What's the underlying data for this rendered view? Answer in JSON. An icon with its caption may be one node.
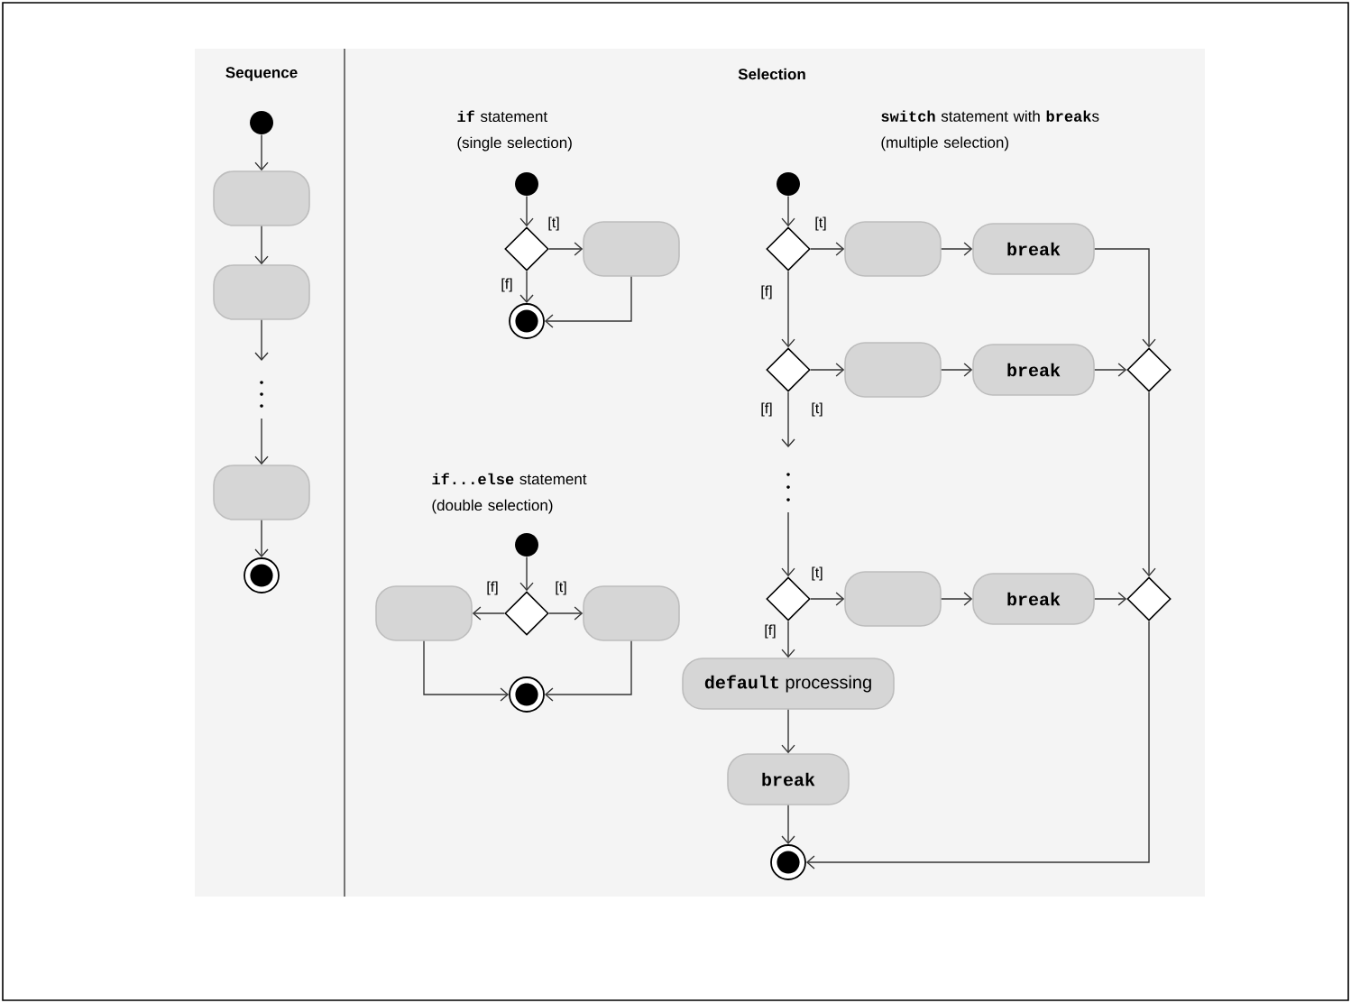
{
  "diagram": {
    "nodes": [
      {
        "text": [],
        "shape": "circle"
      },
      {
        "text": [],
        "shape": "box"
      },
      {
        "text": [],
        "shape": "box"
      },
      {
        "text": [],
        "shape": "box"
      },
      {
        "text": [],
        "shape": "circle"
      },
      {
        "text": [],
        "shape": "circle"
      },
      {
        "text": [],
        "shape": "diamond"
      },
      {
        "text": [],
        "shape": "box"
      },
      {
        "text": [],
        "shape": "circle"
      },
      {
        "text": [],
        "shape": "circle"
      },
      {
        "text": [],
        "shape": "diamond"
      },
      {
        "text": [],
        "shape": "box"
      },
      {
        "text": [],
        "shape": "box"
      },
      {
        "text": [],
        "shape": "circle"
      },
      {
        "text": [],
        "shape": "circle"
      },
      {
        "text": [],
        "shape": "diamond"
      },
      {
        "text": [],
        "shape": "box"
      },
      {
        "text": [
          "break"
        ]
      },
      {
        "text": [],
        "shape": "diamond"
      },
      {
        "text": [],
        "shape": "box"
      },
      {
        "text": [
          "break"
        ]
      },
      {
        "text": [],
        "shape": "diamond"
      },
      {
        "text": [],
        "shape": "diamond"
      },
      {
        "text": [],
        "shape": "box"
      },
      {
        "text": [
          "break"
        ]
      },
      {
        "text": [],
        "shape": "diamond"
      },
      {
        "text": [
          "**default** processing"
        ]
      },
      {
        "text": [
          "break"
        ]
      },
      {
        "text": [],
        "shape": "circle"
      }
    ],
    "edges": [
      {
        "from": 0,
        "to": 1,
        "arrow": "to"
      },
      {
        "from": 1,
        "to": 2,
        "arrow": "to"
      },
      {
        "from": 2,
        "to": null,
        "arrow": "to"
      },
      {
        "from": null,
        "to": 3,
        "arrow": "to"
      },
      {
        "from": 3,
        "to": 4,
        "arrow": "to"
      },
      {
        "from": 5,
        "to": 6,
        "arrow": "to"
      },
      {
        "from": 6,
        "to": 7,
        "arrow": "to",
        "label": "[t]"
      },
      {
        "from": 6,
        "to": 8,
        "arrow": "to",
        "label": "[f]"
      },
      {
        "from": 7,
        "to": 8,
        "arrow": "to"
      },
      {
        "from": 9,
        "to": 10,
        "arrow": "to"
      },
      {
        "from": 10,
        "to": 11,
        "arrow": "to",
        "label": "[f]"
      },
      {
        "from": 10,
        "to": 12,
        "arrow": "to",
        "label": "[t]"
      },
      {
        "from": 11,
        "to": 13,
        "arrow": "to"
      },
      {
        "from": 12,
        "to": 13,
        "arrow": "to"
      },
      {
        "from": 14,
        "to": 15,
        "arrow": "to"
      },
      {
        "from": 15,
        "to": 16,
        "arrow": "to",
        "label": "[t]"
      },
      {
        "from": 16,
        "to": 17,
        "arrow": "to"
      },
      {
        "from": 17,
        "to": 21,
        "arrow": "to"
      },
      {
        "from": 15,
        "to": 18,
        "arrow": "to",
        "label": "[f]"
      },
      {
        "from": 18,
        "to": 19,
        "arrow": "to",
        "label": "[t]"
      },
      {
        "from": 19,
        "to": 20,
        "arrow": "to"
      },
      {
        "from": 20,
        "to": 21,
        "arrow": "to"
      },
      {
        "from": 21,
        "to": 25,
        "arrow": "to"
      },
      {
        "from": 18,
        "to": null,
        "arrow": "to",
        "label": "[f]"
      },
      {
        "from": null,
        "to": 22,
        "arrow": "to"
      },
      {
        "from": 22,
        "to": 23,
        "arrow": "to",
        "label": "[t]"
      },
      {
        "from": 23,
        "to": 24,
        "arrow": "to"
      },
      {
        "from": 24,
        "to": 25,
        "arrow": "to"
      },
      {
        "from": 22,
        "to": 26,
        "arrow": "to",
        "label": "[f]"
      },
      {
        "from": 26,
        "to": 27,
        "arrow": "to"
      },
      {
        "from": 27,
        "to": 28,
        "arrow": "to"
      },
      {
        "from": 25,
        "to": 28,
        "arrow": "to"
      }
    ],
    "labels": [
      "Sequence",
      "Selection",
      "**if** statement (single selection)",
      "**switch** statement with **break**s (multiple selection)",
      "**if...else** statement (double selection)"
    ]
  }
}
